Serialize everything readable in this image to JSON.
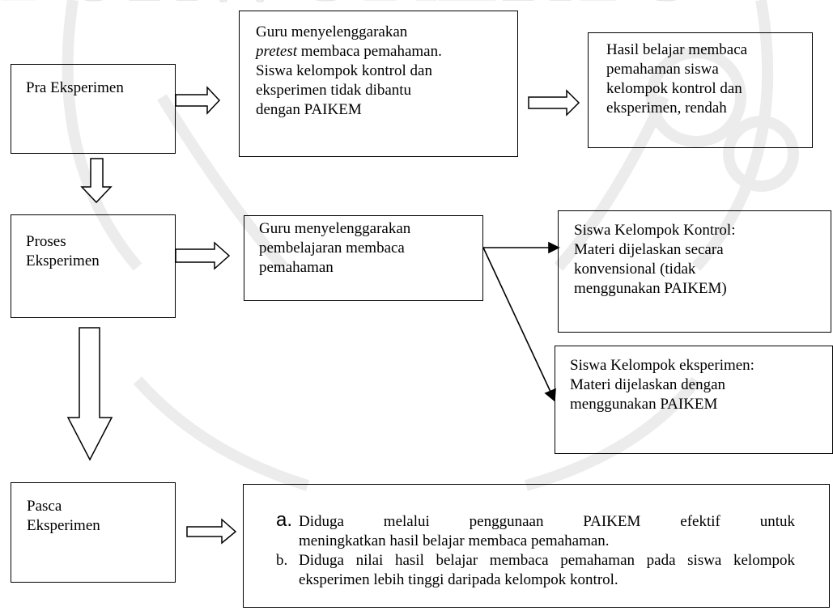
{
  "watermark_text": "PURWOKERTO",
  "boxes": {
    "pra": {
      "label": "Pra Eksperimen"
    },
    "pretest": {
      "line1": "Guru menyelenggarakan",
      "pretest_word": "pretest",
      "line2_rest": " membaca pemahaman.",
      "line3": "Siswa kelompok kontrol dan",
      "line4": "eksperimen tidak dibantu",
      "line5": "dengan PAIKEM"
    },
    "hasil": {
      "line1": "Hasil belajar membaca",
      "line2": "pemahaman siswa",
      "line3": "kelompok kontrol dan",
      "line4": "eksperimen, rendah"
    },
    "proses": {
      "line1": "Proses",
      "line2": "Eksperimen"
    },
    "pembelajaran": {
      "line1": "Guru menyelenggarakan",
      "line2": "pembelajaran membaca",
      "line3": "pemahaman"
    },
    "kontrol": {
      "line1": "Siswa Kelompok Kontrol:",
      "line2": "Materi dijelaskan secara",
      "line3": "konvensional (tidak",
      "line4": "menggunakan PAIKEM)"
    },
    "eksperimen": {
      "line1": "Siswa Kelompok eksperimen:",
      "line2": "Materi dijelaskan dengan",
      "line3": "menggunakan PAIKEM"
    },
    "pasca": {
      "line1": "Pasca",
      "line2": "Eksperimen"
    },
    "hipotesis": {
      "items": [
        {
          "marker": "a.",
          "line1": "Diduga melalui penggunaan PAIKEM efektif untuk",
          "line2": "meningkatkan hasil belajar membaca pemahaman."
        },
        {
          "marker": "b.",
          "text": "Diduga nilai hasil belajar membaca pemahaman pada siswa kelompok eksperimen lebih tinggi daripada kelompok kontrol."
        }
      ]
    }
  }
}
